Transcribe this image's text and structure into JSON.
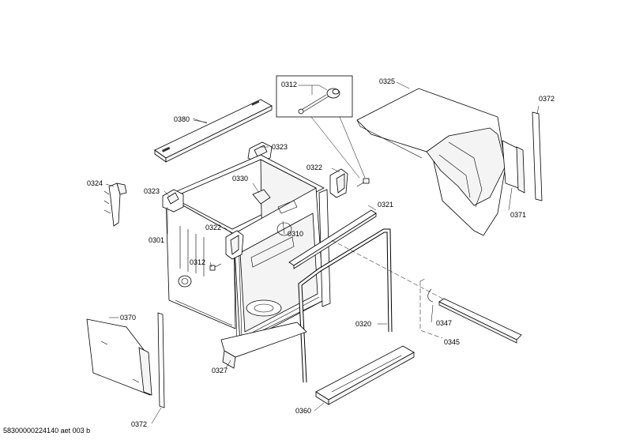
{
  "labels": {
    "p0312_inset": "0312",
    "p0325": "0325",
    "p0372_top": "0372",
    "p0380": "0380",
    "p0323_top": "0323",
    "p0322_right": "0322",
    "p0324": "0324",
    "p0323_left": "0323",
    "p0330": "0330",
    "p0321": "0321",
    "p0371": "0371",
    "p0322_mid": "0322",
    "p0310": "0310",
    "p0301": "0301",
    "p0312_mid": "0312",
    "p0370": "0370",
    "p0320": "0320",
    "p0347": "0347",
    "p0345": "0345",
    "p0327": "0327",
    "p0360": "0360",
    "p0372_bottom": "0372"
  },
  "footer": "58300000224140 aet 003 b"
}
